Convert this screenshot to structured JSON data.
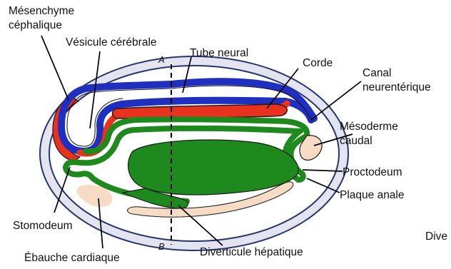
{
  "labels": {
    "mesenchyme_line1": "Mésenchyme",
    "mesenchyme_line2": "céphalique",
    "brain_vesicle": "Vésicule cérébrale",
    "section_top": "A",
    "neural_tube": "Tube neural",
    "notochord": "Corde",
    "neurenteric_line1": "Canal",
    "neurenteric_line2": "neurentérique",
    "caudal_mesoderm_line1": "Mésoderme",
    "caudal_mesoderm_line2": "caudal",
    "proctodeum": "Proctodeum",
    "anal_plate": "Plaque anale",
    "stomodeum": "Stomodeum",
    "cardiac_primordium": "Ébauche cardiaque",
    "section_bottom": "B",
    "hepatic_diverticulum": "Diverticule hépatique",
    "cropped_edge_text": "Dive"
  },
  "colors": {
    "neural_tube": "#1f2fbf",
    "mesenchyme": "#e8321e",
    "endoderm": "#1e8a1e",
    "embryo_outline": "#e4e4f0",
    "cardiac": "#f6dcc4"
  }
}
